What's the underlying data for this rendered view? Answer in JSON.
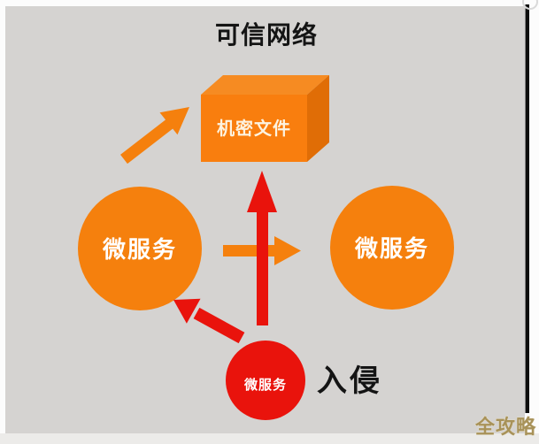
{
  "title": "可信网络",
  "box": {
    "label": "机密文件"
  },
  "nodes": {
    "left_service": {
      "label": "微服务"
    },
    "right_service": {
      "label": "微服务"
    },
    "compromised_service": {
      "label": "微服务"
    }
  },
  "intrusion_label": "入侵",
  "watermark_text": "全攻略",
  "colors": {
    "frame": "#fcfcfc",
    "background": "#d5d3d1",
    "bottom_strip": "#ecebe9",
    "border_line": "#0d0d0d",
    "corner_decoration": "#d9d9d9",
    "orange": "#f5800d",
    "orange_rim": "#f9a149",
    "box_front": "#f97e0e",
    "box_top": "#f68b22",
    "box_side": "#e06d06",
    "red": "#e9130c",
    "red_rim": "#f8685c",
    "text_dark": "#141414",
    "label_light": "#fdf3e0",
    "watermark": "#a89259"
  }
}
